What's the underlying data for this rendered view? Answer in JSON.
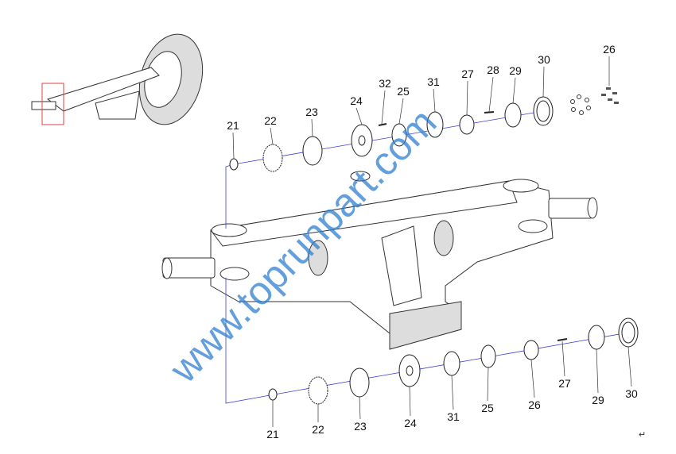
{
  "diagram": {
    "watermark": "www.toprunpart.com",
    "top_row_labels": [
      "21",
      "22",
      "23",
      "24",
      "32",
      "25",
      "31",
      "27",
      "28",
      "29",
      "30",
      "26"
    ],
    "bottom_row_labels": [
      "21",
      "22",
      "23",
      "24",
      "31",
      "25",
      "26",
      "27",
      "29",
      "30"
    ],
    "return_mark": "↵",
    "colors": {
      "assembly_line": "#3a3adf",
      "highlight_box": "#e04040",
      "watermark": "#2f7fd0"
    }
  }
}
